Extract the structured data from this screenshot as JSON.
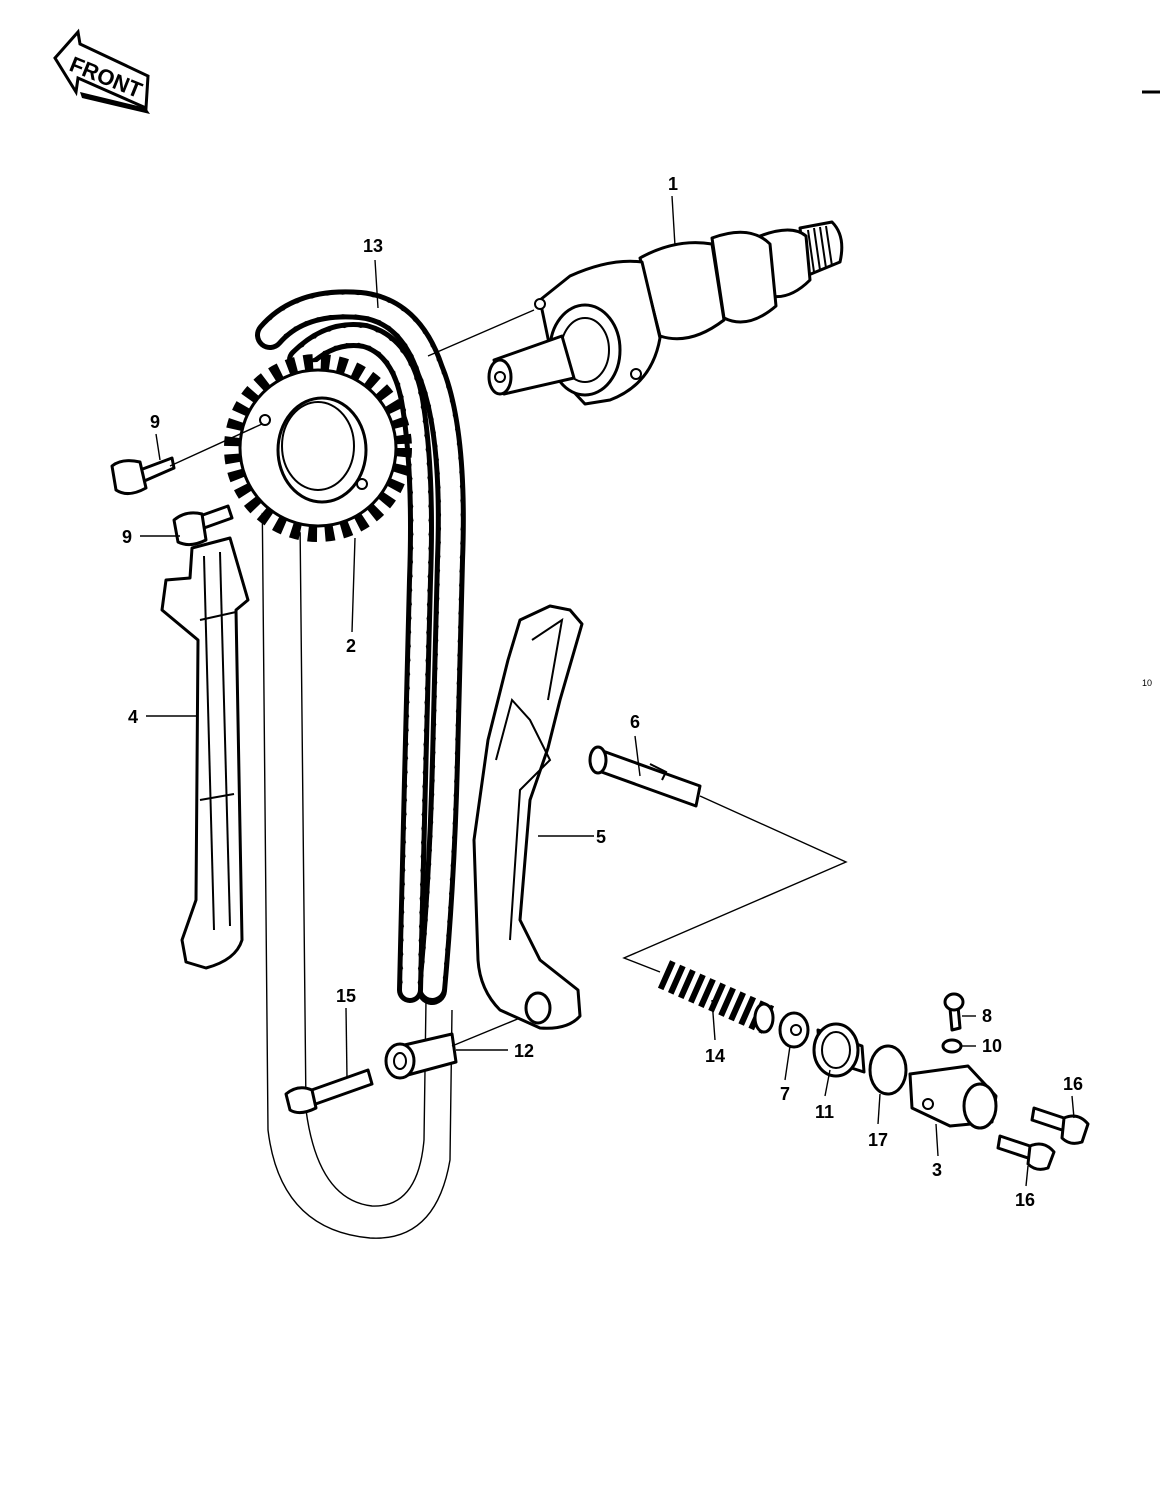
{
  "front_arrow": {
    "text": "FRONT"
  },
  "edge_mark": "10",
  "callouts": [
    {
      "id": "c1",
      "text": "1"
    },
    {
      "id": "c13",
      "text": "13"
    },
    {
      "id": "c9a",
      "text": "9"
    },
    {
      "id": "c9b",
      "text": "9"
    },
    {
      "id": "c2",
      "text": "2"
    },
    {
      "id": "c4",
      "text": "4"
    },
    {
      "id": "c6",
      "text": "6"
    },
    {
      "id": "c5",
      "text": "5"
    },
    {
      "id": "c15",
      "text": "15"
    },
    {
      "id": "c12",
      "text": "12"
    },
    {
      "id": "c14",
      "text": "14"
    },
    {
      "id": "c7",
      "text": "7"
    },
    {
      "id": "c11",
      "text": "11"
    },
    {
      "id": "c17",
      "text": "17"
    },
    {
      "id": "c3",
      "text": "3"
    },
    {
      "id": "c8",
      "text": "8"
    },
    {
      "id": "c10",
      "text": "10"
    },
    {
      "id": "c16a",
      "text": "16"
    },
    {
      "id": "c16b",
      "text": "16"
    }
  ]
}
